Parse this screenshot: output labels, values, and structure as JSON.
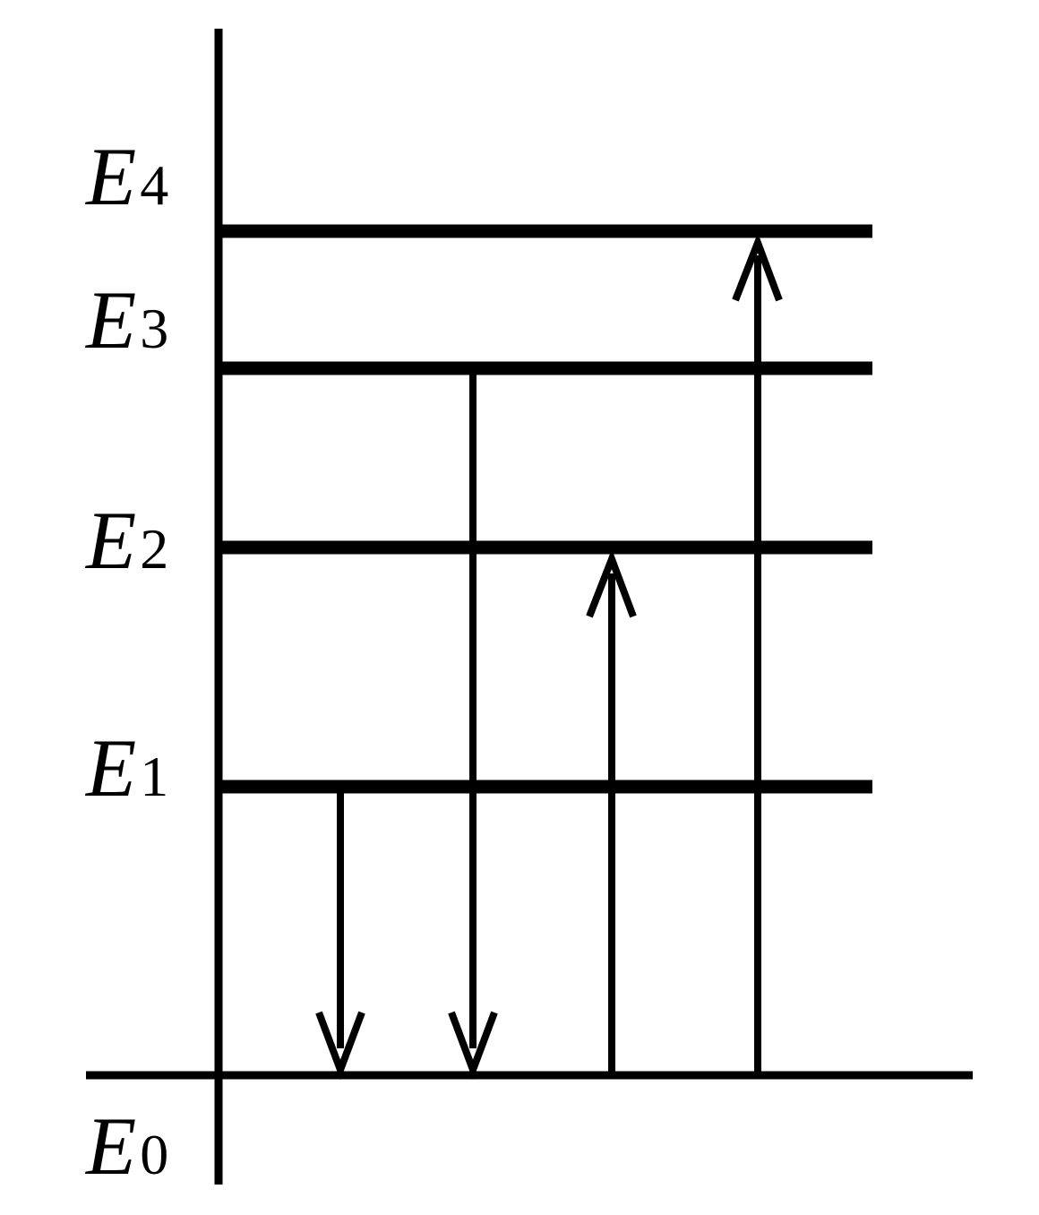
{
  "diagram": {
    "levels": [
      {
        "id": "E0",
        "letter": "E",
        "sub": "0"
      },
      {
        "id": "E1",
        "letter": "E",
        "sub": "1"
      },
      {
        "id": "E2",
        "letter": "E",
        "sub": "2"
      },
      {
        "id": "E3",
        "letter": "E",
        "sub": "3"
      },
      {
        "id": "E4",
        "letter": "E",
        "sub": "4"
      }
    ],
    "transitions": [
      {
        "from": "E1",
        "to": "E0",
        "direction": "down"
      },
      {
        "from": "E3",
        "to": "E0",
        "direction": "down"
      },
      {
        "from": "E0",
        "to": "E2",
        "direction": "up"
      },
      {
        "from": "E0",
        "to": "E4",
        "direction": "up"
      }
    ],
    "colors": {
      "line": "#000000",
      "background": "#ffffff"
    }
  }
}
